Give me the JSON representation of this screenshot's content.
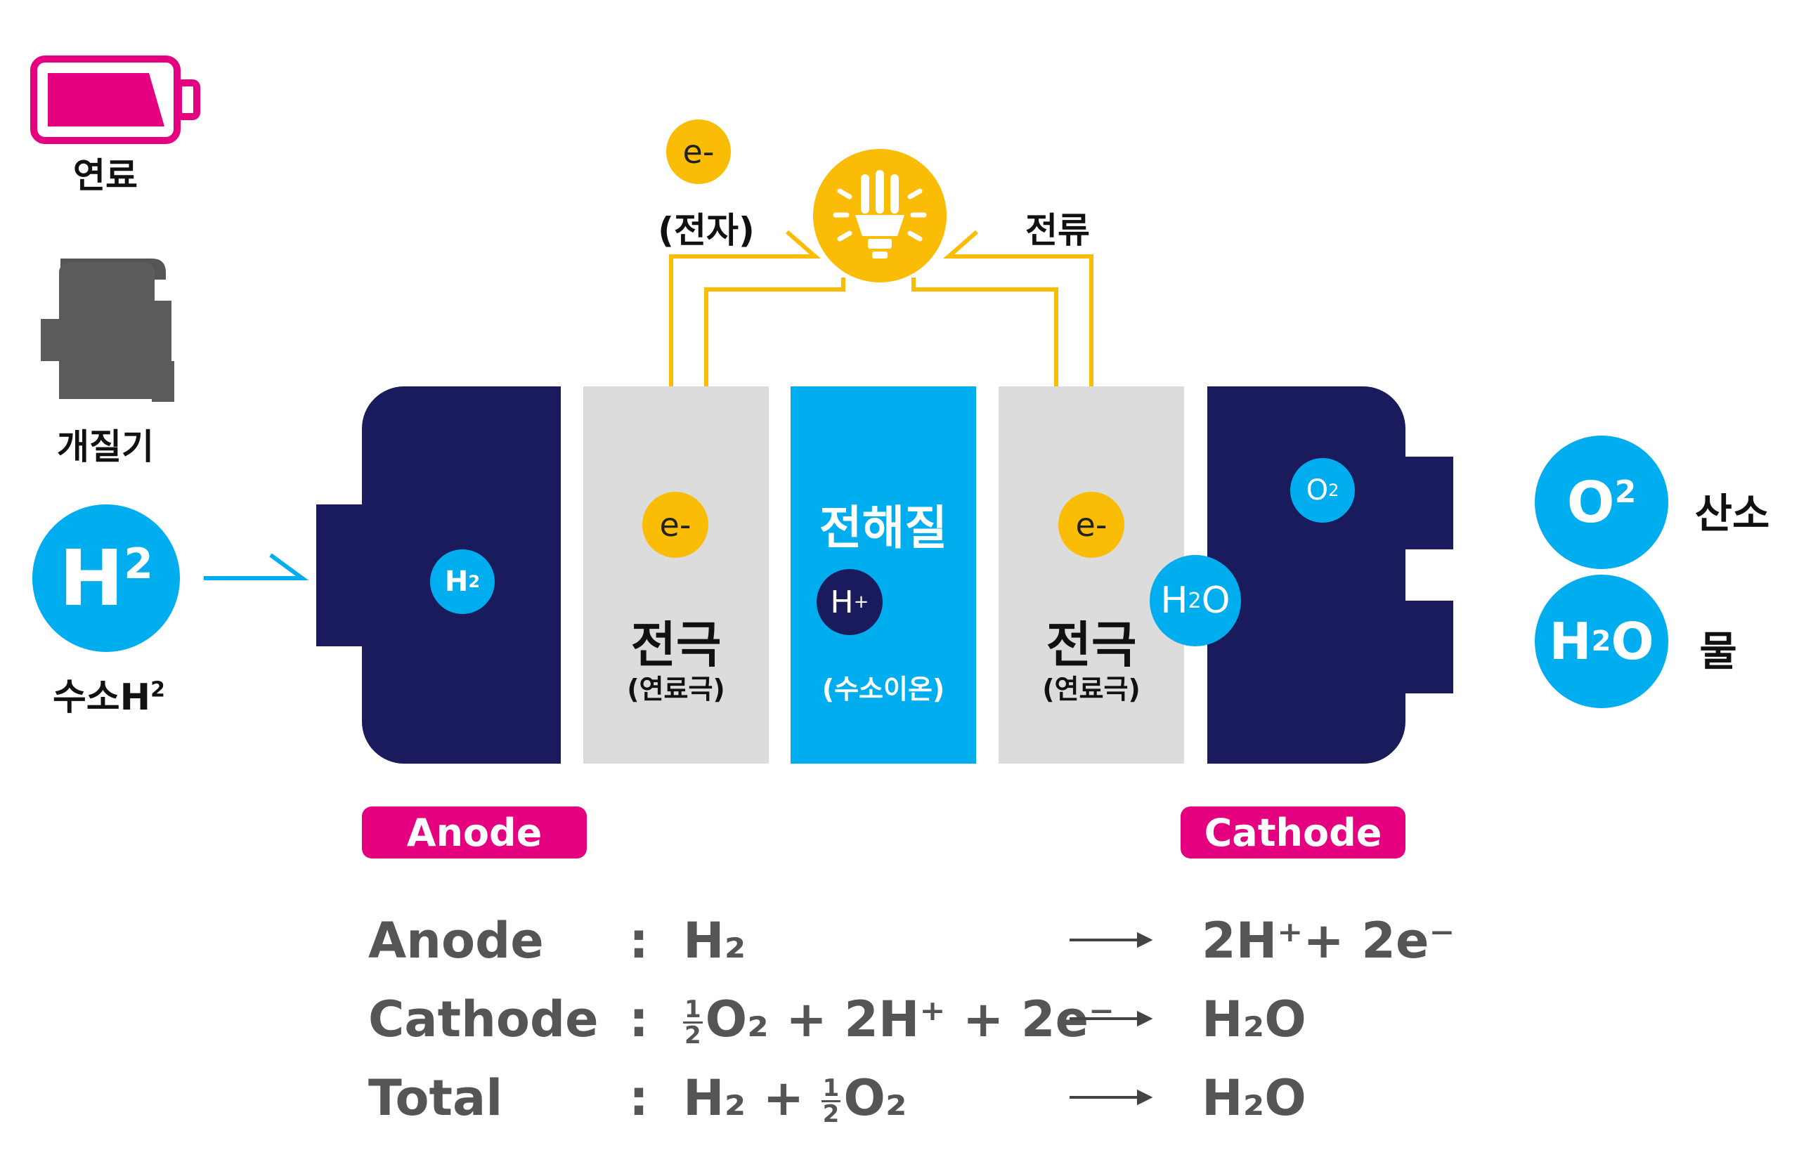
{
  "left_panel": {
    "fuel_label": "연료",
    "reformer_label": "개질기",
    "hydrogen_circle": "H",
    "hydrogen_circle_sup": "2",
    "hydrogen_label": "수소H",
    "hydrogen_label_sup": "2"
  },
  "circuit": {
    "electron_top": "e-",
    "electron_label": "(전자)",
    "current_label": "전류"
  },
  "cell": {
    "anode_h2": "H",
    "anode_h2_sup": "2",
    "electron_left": "e-",
    "electrode_left_title": "전극",
    "electrode_left_sub": "(연료극)",
    "electrolyte_title": "전해질",
    "proton": "H",
    "proton_sup": "+",
    "electrolyte_sub": "(수소이온)",
    "electron_right": "e-",
    "electrode_right_title": "전극",
    "electrode_right_sub": "(연료극)",
    "cathode_o2": "O",
    "cathode_o2_sup": "2",
    "cathode_h2o_a": "H",
    "cathode_h2o_sub": "2",
    "cathode_h2o_b": "O"
  },
  "right_panel": {
    "oxygen_circle": "O",
    "oxygen_circle_sup": "2",
    "oxygen_label": "산소",
    "water_circle_a": "H",
    "water_circle_sub": "2",
    "water_circle_b": "O",
    "water_label": "물"
  },
  "tags": {
    "anode": "Anode",
    "cathode": "Cathode"
  },
  "equations": [
    {
      "name": "Anode",
      "colon": ":",
      "lhs": "H₂",
      "rhs": "2H⁺+ 2e⁻"
    },
    {
      "name": "Cathode",
      "colon": ":",
      "lhs_frac_num": "1",
      "lhs_frac_den": "2",
      "lhs": "O₂ + 2H⁺ + 2e⁻",
      "rhs": "H₂O"
    },
    {
      "name": "Total",
      "colon": ":",
      "lhs_pre": "H₂ + ",
      "lhs_frac_num": "1",
      "lhs_frac_den": "2",
      "lhs": "O₂",
      "rhs": "H₂O"
    }
  ],
  "colors": {
    "navy": "#1a1b5c",
    "cyan": "#00adef",
    "yellow": "#fbbc05",
    "pink": "#e4007f",
    "grey": "#dcdcdc"
  },
  "icons": [
    "battery-icon",
    "reformer-icon",
    "light-bulb-icon",
    "arrow-icon"
  ]
}
